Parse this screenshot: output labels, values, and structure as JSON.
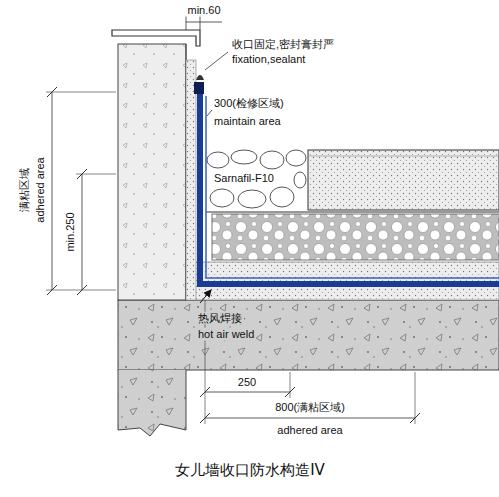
{
  "diagram": {
    "title": "女儿墙收口防水构造IV",
    "labels": [
      "min.60",
      "收口固定,密封膏封严",
      "fixation,sealant",
      "300(检修区域)",
      "maintain area",
      "Sarnafil-F10",
      "满粘区域",
      "adhered area",
      "min.250",
      "热风焊接",
      "hot air weld",
      "250",
      "800(满粘区域)",
      "adhered area"
    ]
  }
}
